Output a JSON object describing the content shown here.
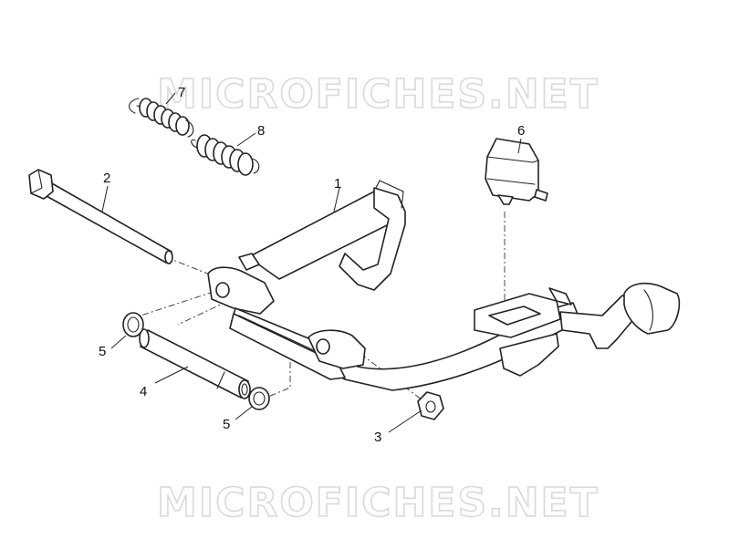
{
  "watermark": {
    "text": "MICROFICHES.NET"
  },
  "callouts": {
    "c1": "1",
    "c2": "2",
    "c3": "3",
    "c4": "4",
    "c5a": "5",
    "c5b": "5",
    "c6": "6",
    "c7": "7",
    "c8": "8"
  }
}
